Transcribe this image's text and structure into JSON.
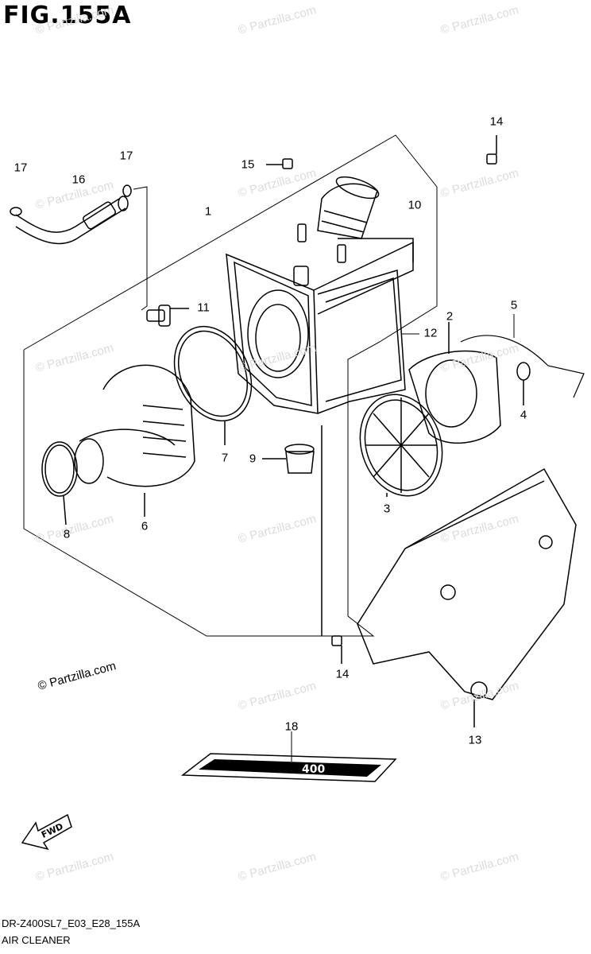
{
  "figure": {
    "title": "FIG.155A",
    "drawing_code": "DR-Z400SL7_E03_E28_155A",
    "caption": "AIR CLEANER",
    "copyright": "© Partzilla.com",
    "watermark": "© Partzilla.com"
  },
  "callouts": [
    {
      "id": "17a",
      "text": "17"
    },
    {
      "id": "16",
      "text": "16"
    },
    {
      "id": "17b",
      "text": "17"
    },
    {
      "id": "15",
      "text": "15"
    },
    {
      "id": "14a",
      "text": "14"
    },
    {
      "id": "10",
      "text": "10"
    },
    {
      "id": "1",
      "text": "1"
    },
    {
      "id": "11",
      "text": "11"
    },
    {
      "id": "12",
      "text": "12"
    },
    {
      "id": "2",
      "text": "2"
    },
    {
      "id": "5",
      "text": "5"
    },
    {
      "id": "4",
      "text": "4"
    },
    {
      "id": "7",
      "text": "7"
    },
    {
      "id": "9",
      "text": "9"
    },
    {
      "id": "3",
      "text": "3"
    },
    {
      "id": "8",
      "text": "8"
    },
    {
      "id": "6",
      "text": "6"
    },
    {
      "id": "14b",
      "text": "14"
    },
    {
      "id": "13",
      "text": "13"
    },
    {
      "id": "18",
      "text": "18"
    }
  ],
  "decal_text": "400",
  "arrow_text": "FWD"
}
